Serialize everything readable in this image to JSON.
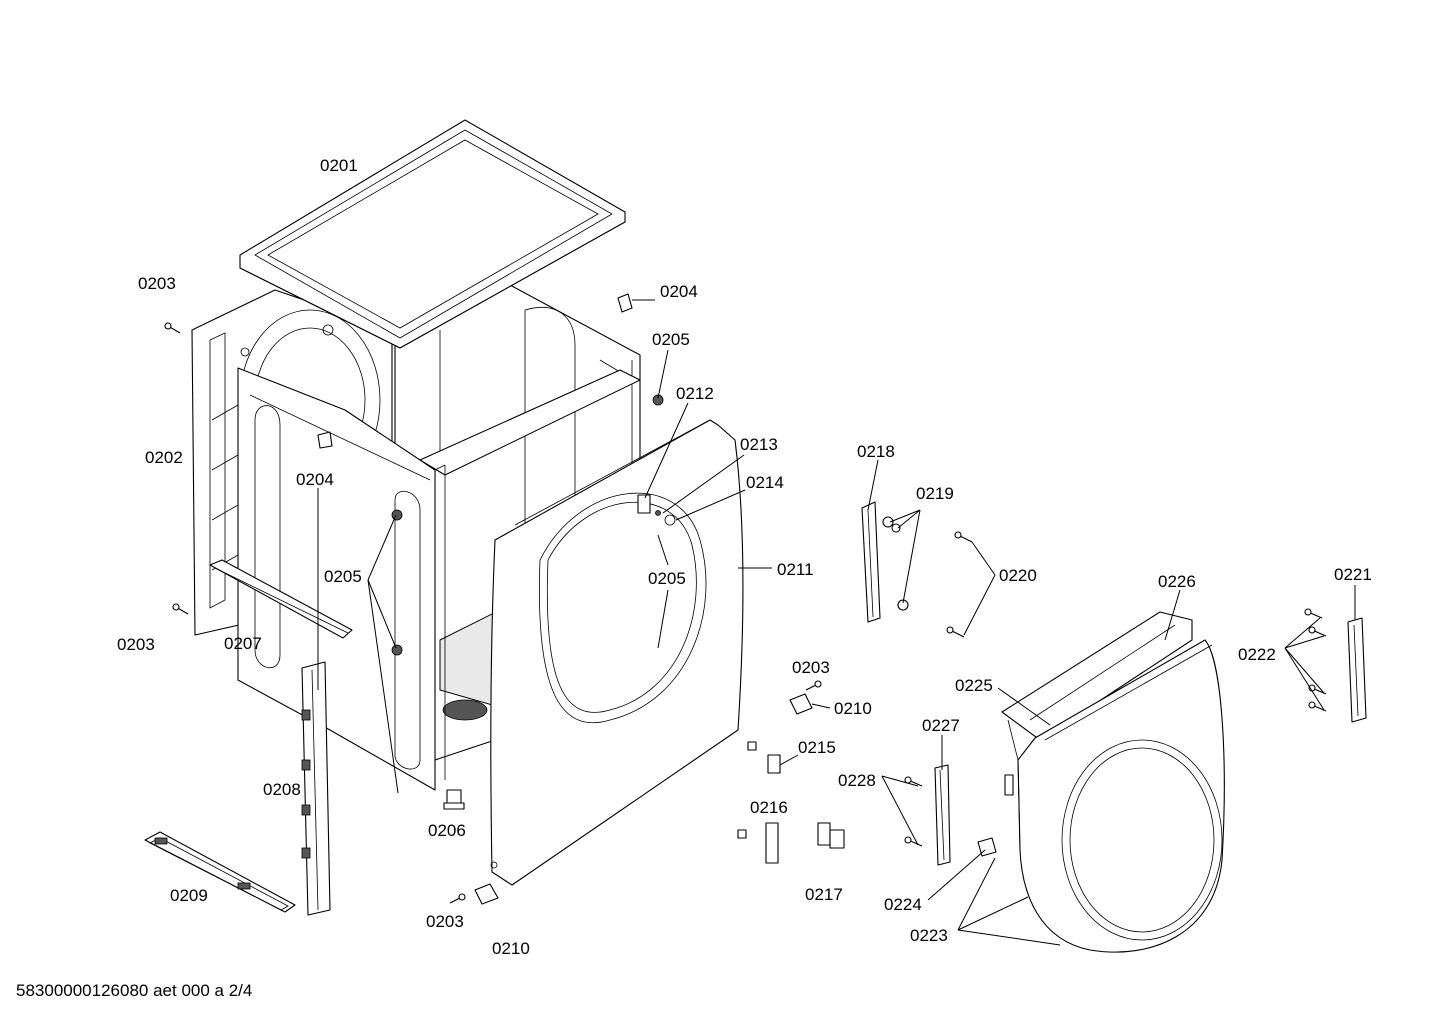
{
  "diagram": {
    "labels": {
      "l0201": "0201",
      "l0202": "0202",
      "l0203a": "0203",
      "l0203b": "0203",
      "l0203c": "0203",
      "l0203d": "0203",
      "l0204a": "0204",
      "l0204b": "0204",
      "l0205a": "0205",
      "l0205b": "0205",
      "l0205c": "0205",
      "l0206": "0206",
      "l0207": "0207",
      "l0208": "0208",
      "l0209": "0209",
      "l0210a": "0210",
      "l0210b": "0210",
      "l0211": "0211",
      "l0212": "0212",
      "l0213": "0213",
      "l0214": "0214",
      "l0215": "0215",
      "l0216": "0216",
      "l0217": "0217",
      "l0218": "0218",
      "l0219": "0219",
      "l0220": "0220",
      "l0221": "0221",
      "l0222": "0222",
      "l0223": "0223",
      "l0224": "0224",
      "l0225": "0225",
      "l0226": "0226",
      "l0227": "0227",
      "l0228": "0228"
    },
    "footer": "58300000126080 aet 000 a 2/4"
  }
}
